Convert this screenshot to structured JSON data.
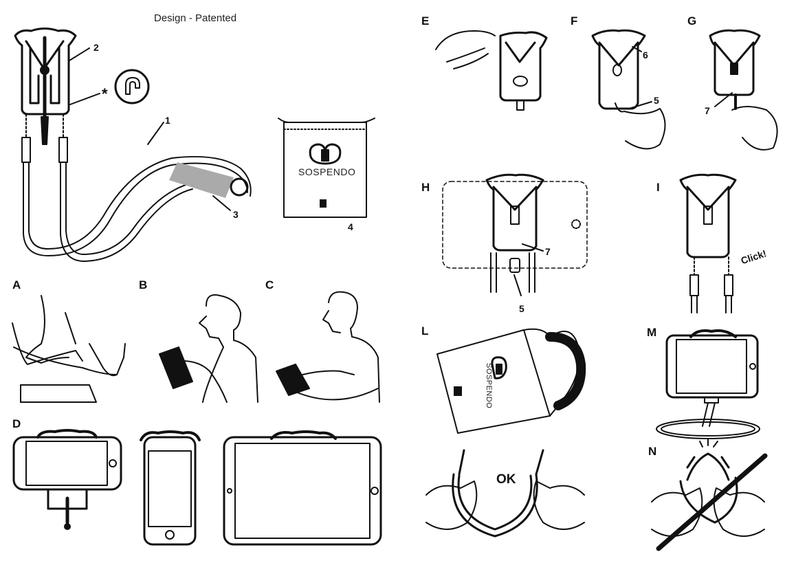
{
  "header": {
    "title": "Design - Patented"
  },
  "sections": {
    "a": "A",
    "b": "B",
    "c": "C",
    "d": "D",
    "e": "E",
    "f": "F",
    "g": "G",
    "h": "H",
    "i": "I",
    "l": "L",
    "m": "M",
    "n": "N"
  },
  "callouts": {
    "one": "1",
    "two": "2",
    "three": "3",
    "four": "4",
    "star": "*",
    "f_six": "6",
    "f_five": "5",
    "g_seven": "7",
    "h_seven": "7",
    "h_five": "5"
  },
  "labels": {
    "brand": "SOSPENDO",
    "brand_l": "SOSPENDO",
    "ok": "OK",
    "click": "Click!"
  },
  "icons": [
    "magnet-icon",
    "cross-out-icon"
  ]
}
